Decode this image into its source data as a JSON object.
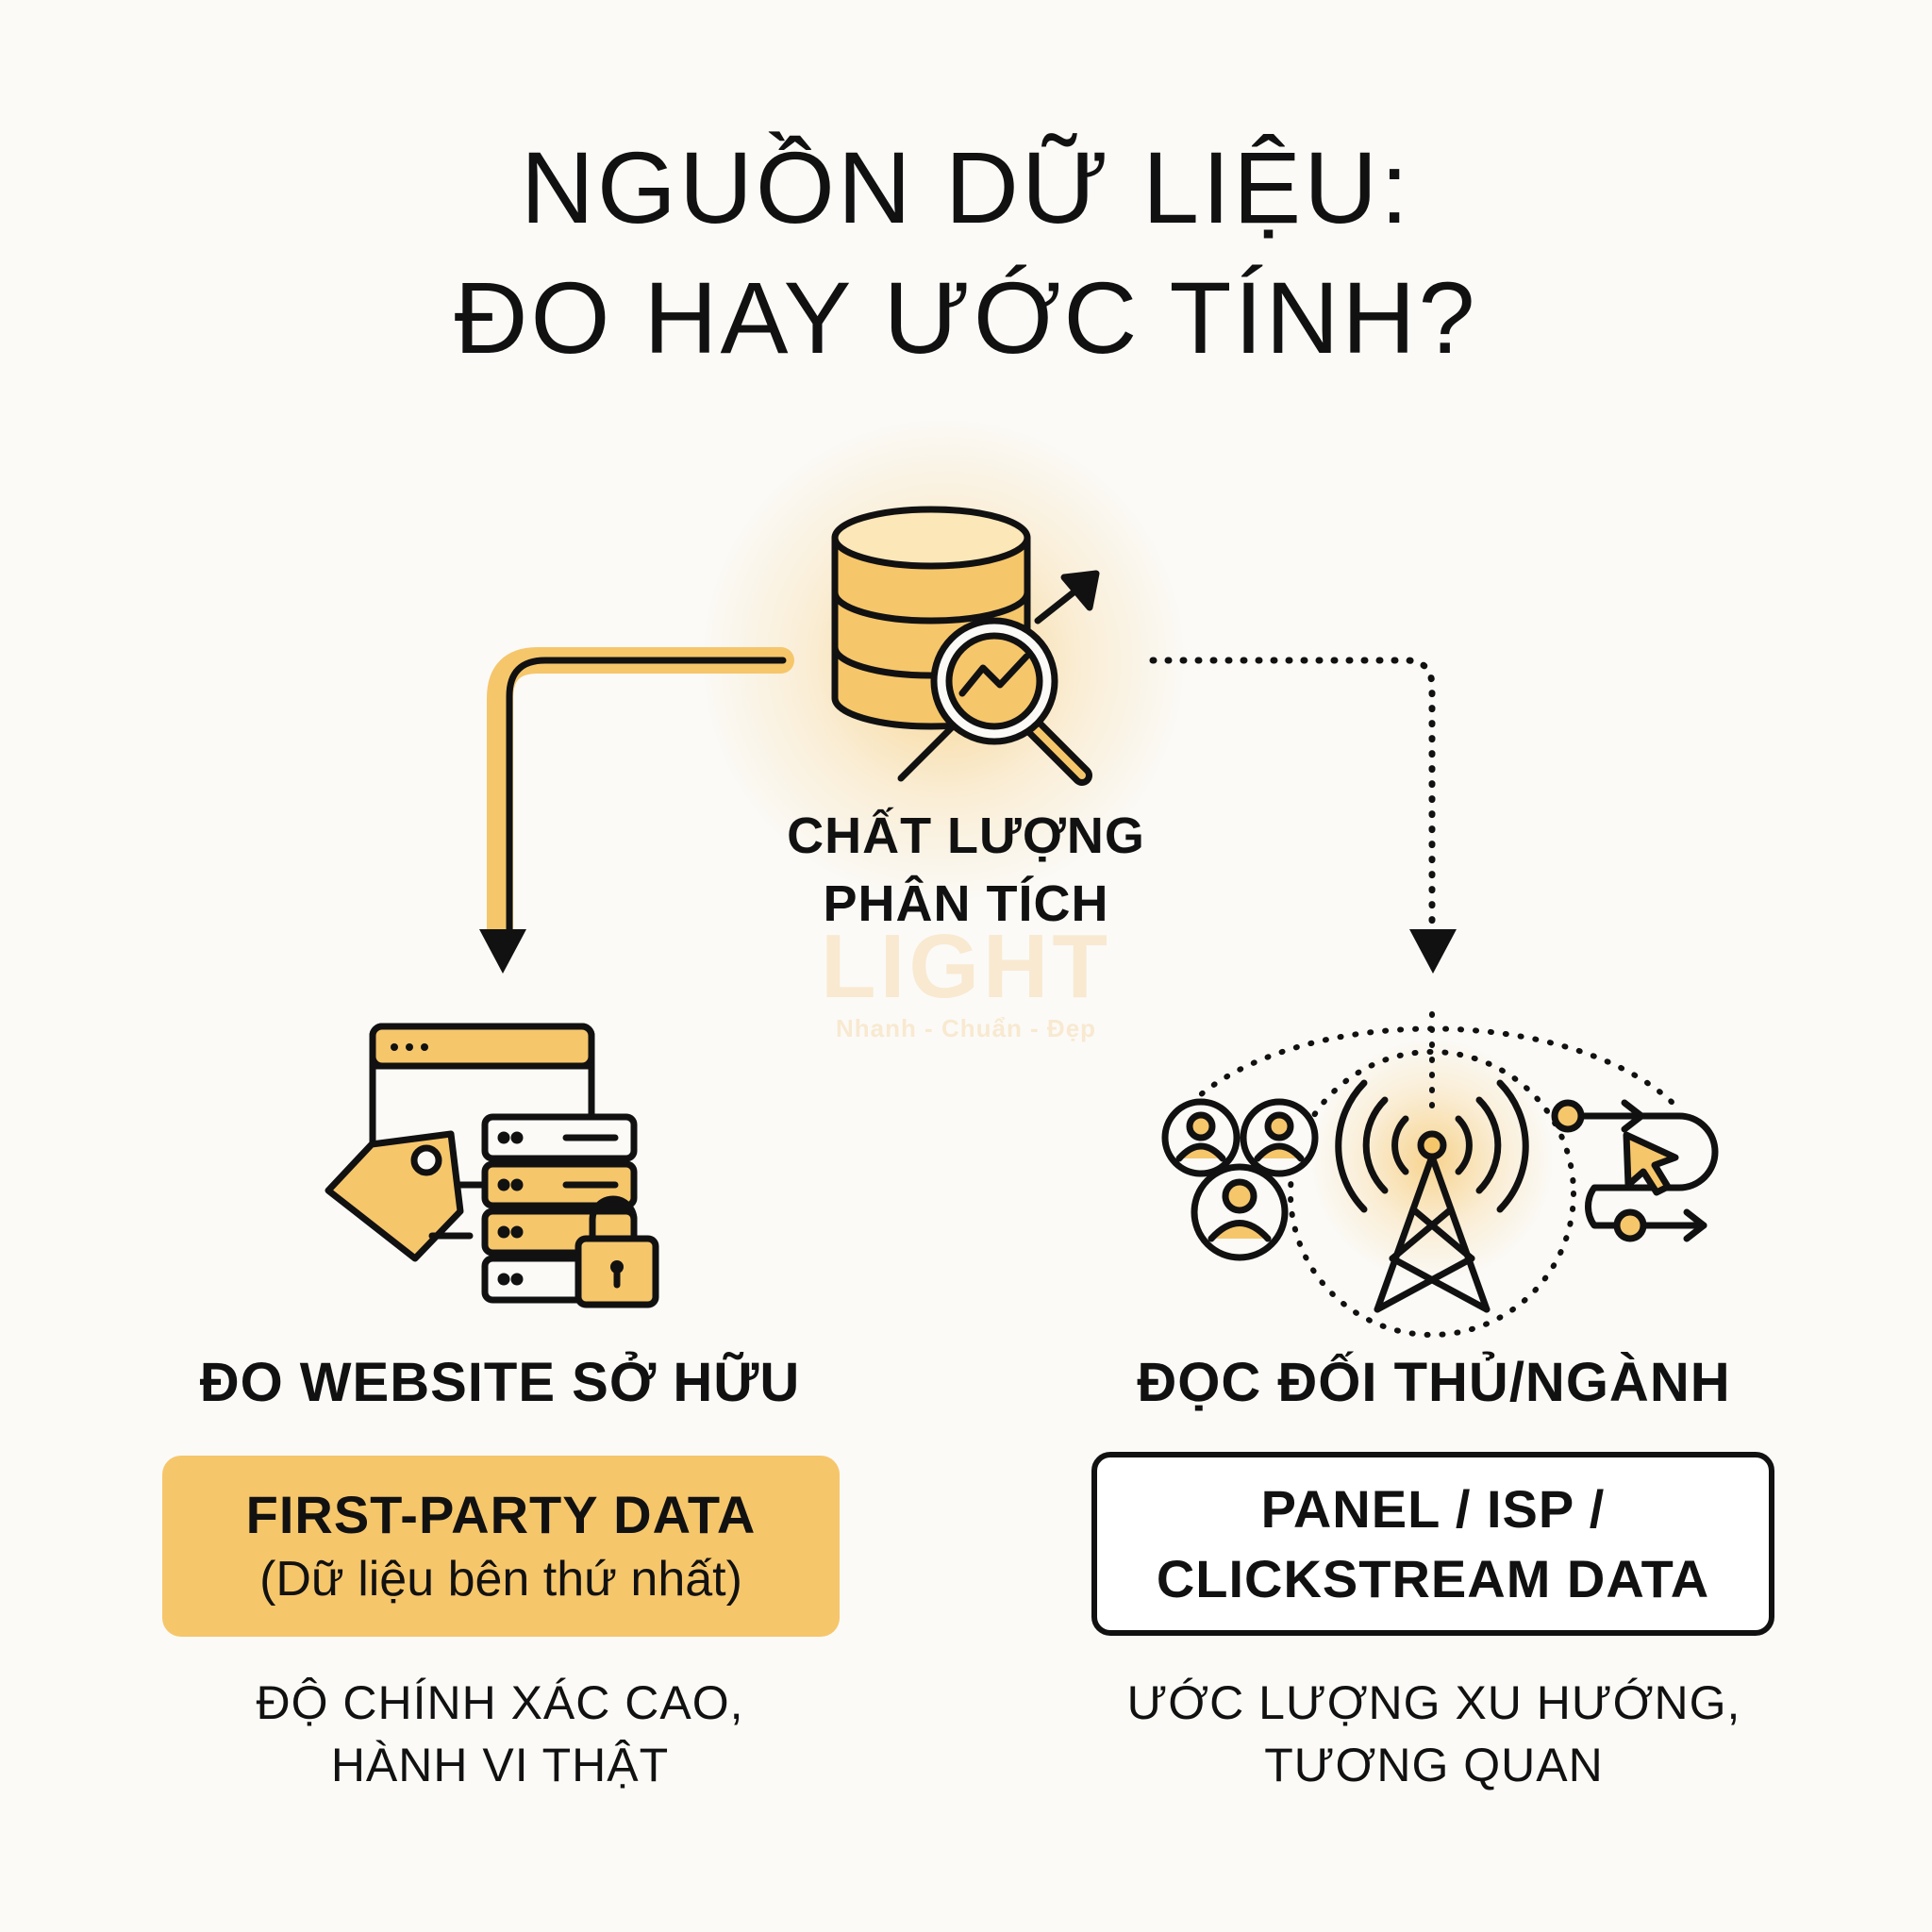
{
  "title": {
    "line1": "NGUỒN DỮ LIỆU:",
    "line2": "ĐO HAY ƯỚC TÍNH?"
  },
  "center": {
    "icon": "database-analytics-icon",
    "label_line1": "CHẤT LƯỢNG",
    "label_line2": "PHÂN TÍCH"
  },
  "watermark": {
    "brand": "LIGHT",
    "tagline": "Nhanh - Chuẩn - Đẹp"
  },
  "left": {
    "icon": "website-server-tag-lock-icon",
    "heading": "ĐO WEBSITE SỞ HỮU",
    "box_line1": "FIRST-PARTY DATA",
    "box_line2": "(Dữ liệu bên thứ nhất)",
    "desc_line1": "ĐỘ CHÍNH XÁC CAO,",
    "desc_line2": "HÀNH VI THẬT"
  },
  "right": {
    "icon": "panel-tower-clickstream-icon",
    "heading": "ĐỌC ĐỐI THỦ/NGÀNH",
    "box_line1": "PANEL / ISP /",
    "box_line2": "CLICKSTREAM DATA",
    "desc_line1": "ƯỚC LƯỢNG XU HƯỚNG,",
    "desc_line2": "TƯƠNG QUAN"
  },
  "colors": {
    "accent": "#f6c66b",
    "ink": "#111111",
    "background": "#fbfaf7"
  }
}
